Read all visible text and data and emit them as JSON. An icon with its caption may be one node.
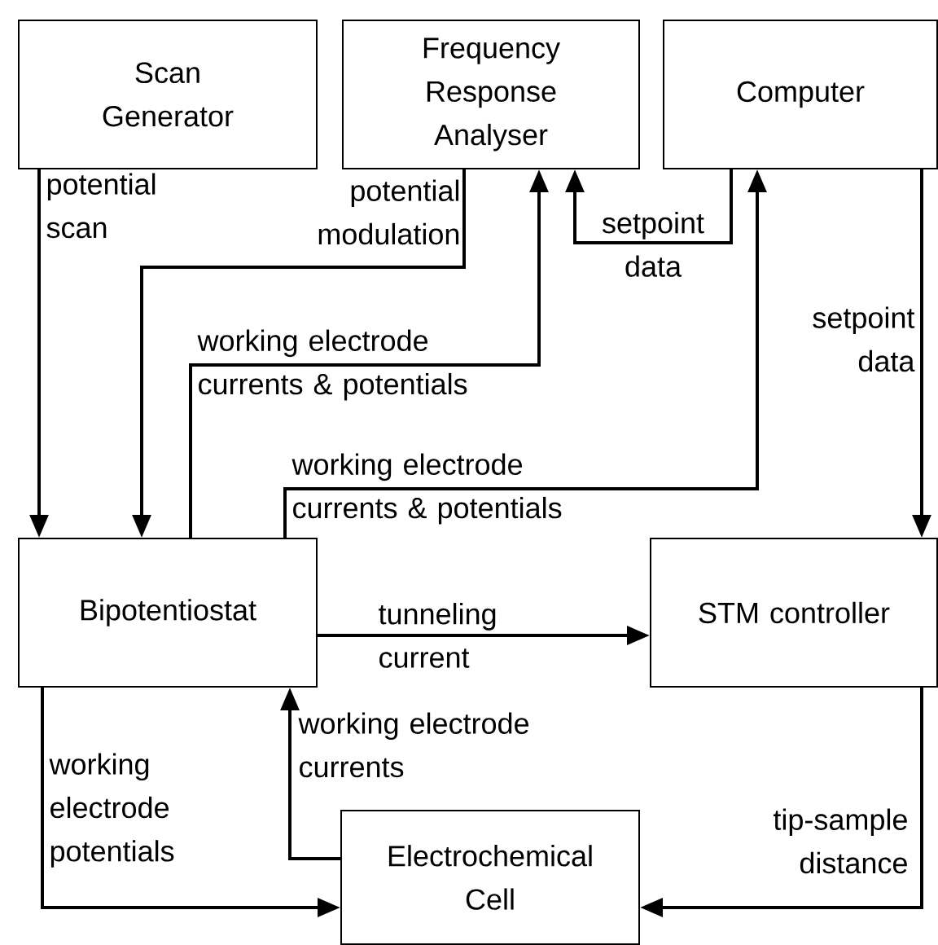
{
  "diagram": {
    "nodes": [
      {
        "text": [
          "Scan Generator"
        ]
      },
      {
        "text": [
          "Frequency Response Analyser"
        ]
      },
      {
        "text": [
          "Computer"
        ]
      },
      {
        "text": [
          "Bipotentiostat"
        ]
      },
      {
        "text": [
          "STM controller"
        ]
      },
      {
        "text": [
          "Electrochemical Cell"
        ]
      }
    ],
    "edges": [
      {
        "from": 0,
        "to": 3,
        "arrow": "to",
        "label": "potential scan"
      },
      {
        "from": 1,
        "to": 3,
        "arrow": "to",
        "label": "potential modulation"
      },
      {
        "from": 3,
        "to": 1,
        "arrow": "to",
        "label": "working electrode currents & potentials"
      },
      {
        "from": 2,
        "to": 1,
        "arrow": "to",
        "label": "setpoint data"
      },
      {
        "from": 3,
        "to": 2,
        "arrow": "to",
        "label": "working electrode currents & potentials"
      },
      {
        "from": 2,
        "to": 4,
        "arrow": "to",
        "label": "setpoint data"
      },
      {
        "from": 3,
        "to": 4,
        "arrow": "to",
        "label": "tunneling current"
      },
      {
        "from": 5,
        "to": 3,
        "arrow": "to",
        "label": "working electrode currents"
      },
      {
        "from": 3,
        "to": 5,
        "arrow": "to",
        "label": "working electrode potentials"
      },
      {
        "from": 4,
        "to": 5,
        "arrow": "to",
        "label": "tip-sample distance"
      }
    ]
  }
}
